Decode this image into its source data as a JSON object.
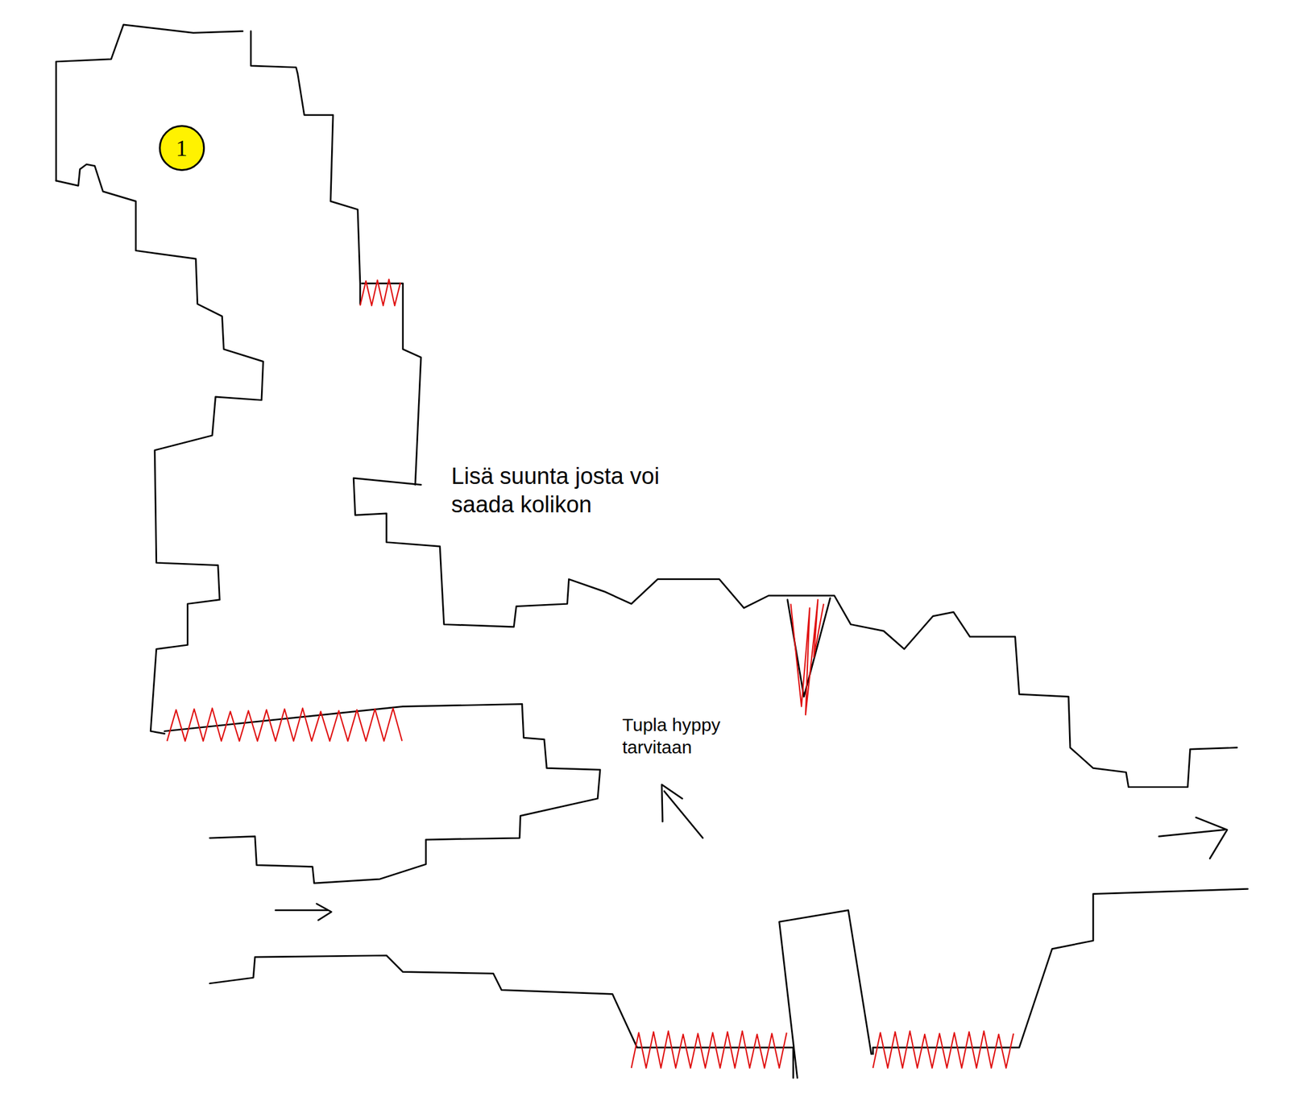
{
  "diagram": {
    "nodes": [
      {
        "text": [
          "1"
        ]
      }
    ],
    "labels": [
      "Lisä suunta josta voi saada kolikon",
      "Tupla hyppy tarvitaan"
    ]
  }
}
